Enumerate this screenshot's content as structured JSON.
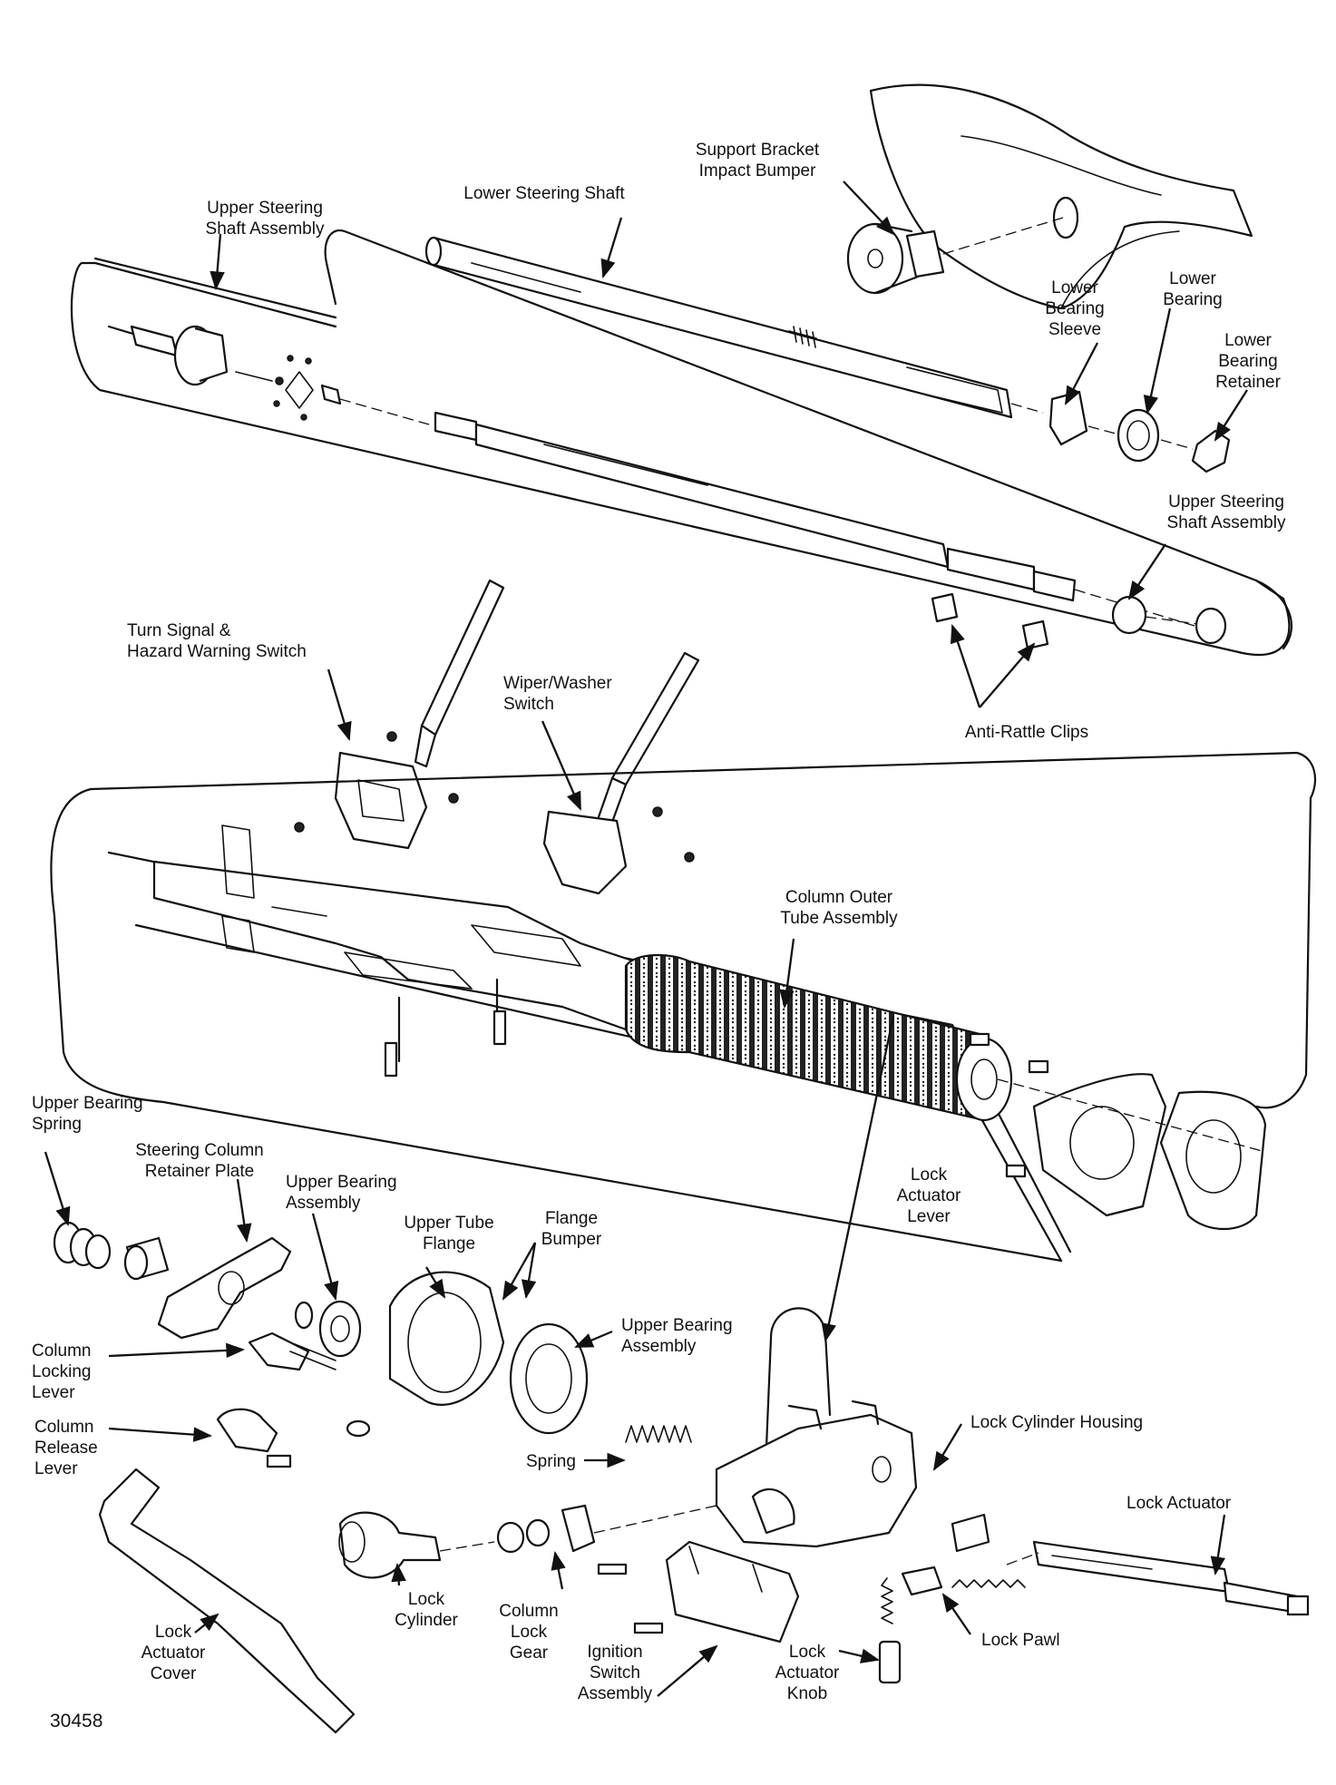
{
  "figure_number": "30458",
  "labels": {
    "upper_steering_shaft_assembly_1": "Upper Steering\nShaft Assembly",
    "lower_steering_shaft": "Lower Steering Shaft",
    "support_bracket_impact_bumper": "Support Bracket\nImpact Bumper",
    "lower_bearing_sleeve": "Lower\nBearing\nSleeve",
    "lower_bearing": "Lower\nBearing",
    "lower_bearing_retainer": "Lower\nBearing\nRetainer",
    "upper_steering_shaft_assembly_2": "Upper Steering\nShaft Assembly",
    "turn_signal_hazard_switch": "Turn Signal &\nHazard Warning Switch",
    "wiper_washer_switch": "Wiper/Washer\nSwitch",
    "anti_rattle_clips": "Anti-Rattle Clips",
    "column_outer_tube_assembly": "Column Outer\nTube Assembly",
    "upper_bearing_spring": "Upper Bearing\nSpring",
    "steering_column_retainer_plate": "Steering Column\nRetainer Plate",
    "upper_bearing_assembly_1": "Upper Bearing\nAssembly",
    "upper_tube_flange": "Upper Tube\nFlange",
    "flange_bumper": "Flange\nBumper",
    "lock_actuator_lever": "Lock\nActuator\nLever",
    "upper_bearing_assembly_2": "Upper Bearing\nAssembly",
    "column_locking_lever": "Column\nLocking\nLever",
    "lock_cylinder_housing": "Lock Cylinder Housing",
    "column_release_lever": "Column\nRelease\nLever",
    "spring": "Spring",
    "lock_actuator": "Lock Actuator",
    "lock_cylinder": "Lock\nCylinder",
    "column_lock_gear": "Column\nLock\nGear",
    "ignition_switch_assembly": "Ignition\nSwitch\nAssembly",
    "lock_actuator_knob": "Lock\nActuator\nKnob",
    "lock_pawl": "Lock Pawl",
    "lock_actuator_cover": "Lock\nActuator\nCover"
  }
}
